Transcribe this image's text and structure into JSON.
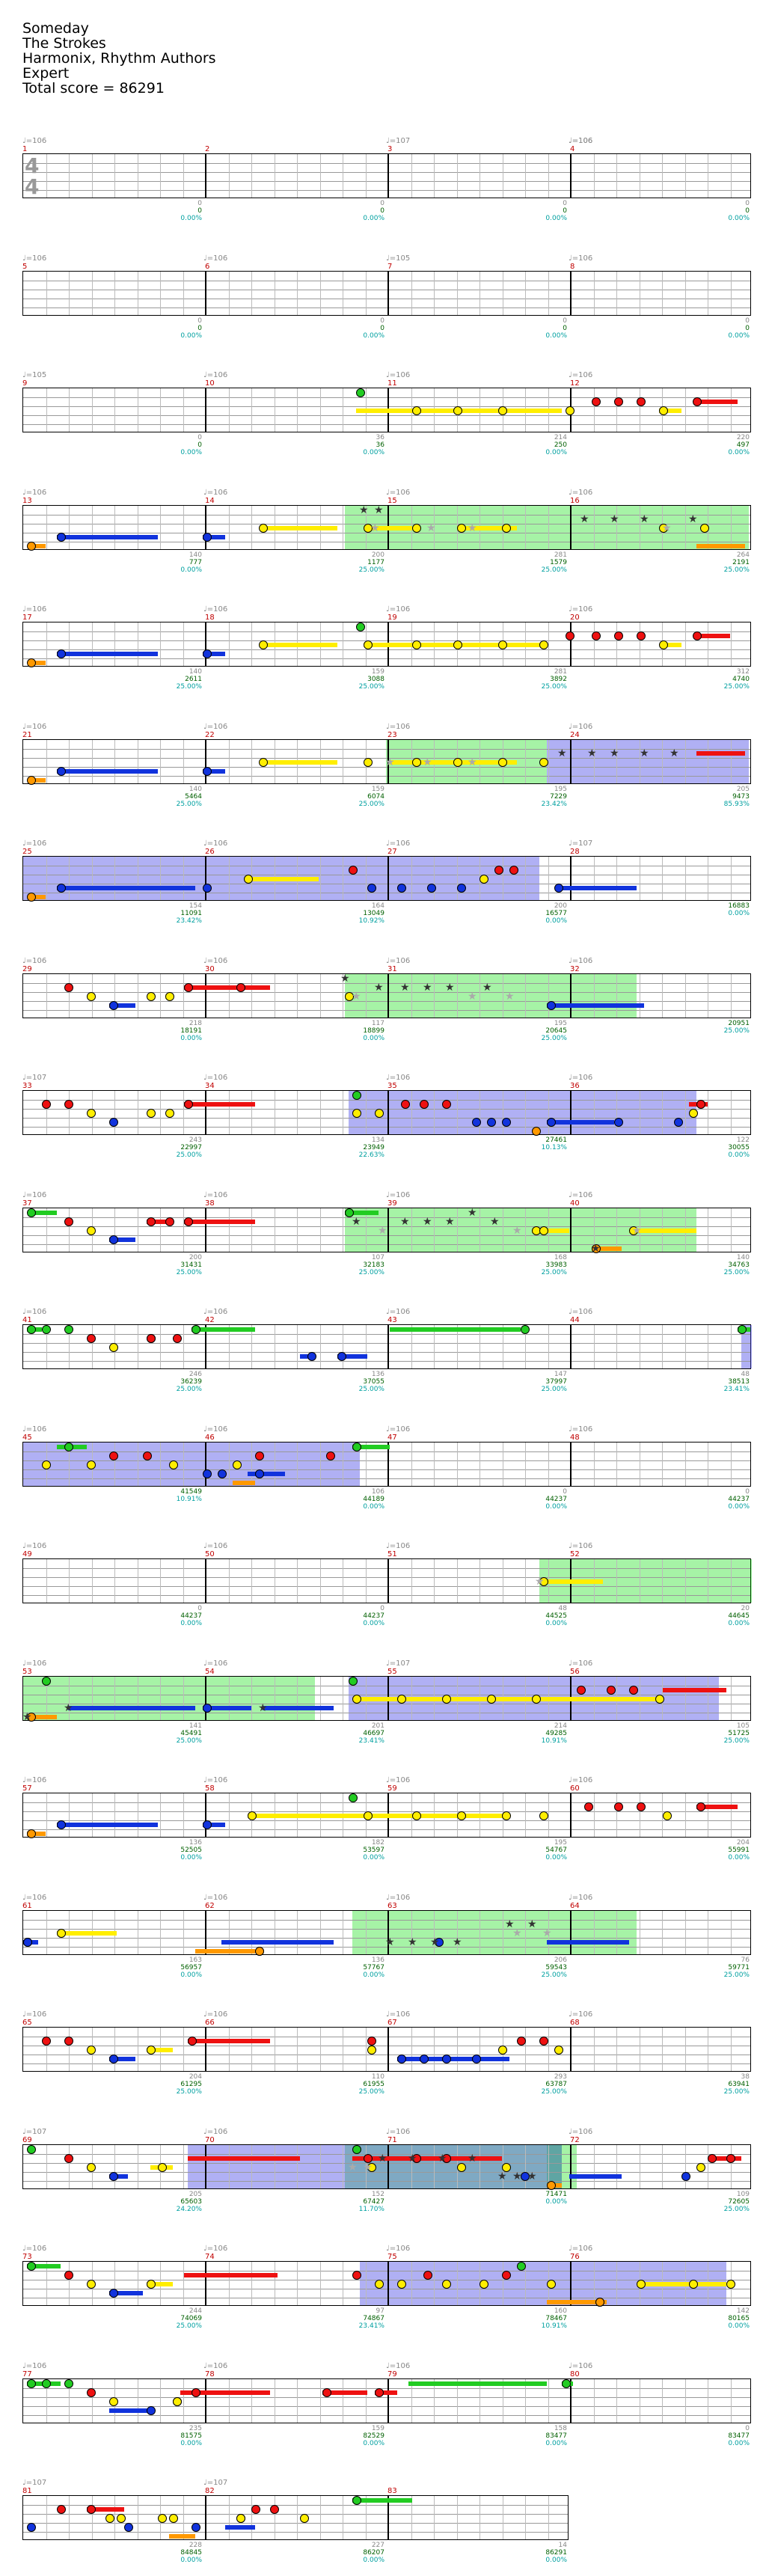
{
  "header": {
    "song": "Someday",
    "artist": "The Strokes",
    "authors": "Harmonix, Rhythm Authors",
    "difficulty": "Expert",
    "total_score": "Total score = 86291"
  },
  "time_signature": [
    "4",
    "4"
  ],
  "colors": {
    "green": "#22cc22",
    "red": "#ee1111",
    "yellow": "#ffee00",
    "blue": "#1133dd",
    "orange": "#ff9900"
  },
  "rows": [
    {
      "measures": [
        {
          "num": "1",
          "tempo": "♩=106",
          "score": [
            "0",
            "0",
            "0.00%"
          ]
        },
        {
          "num": "2",
          "tempo": "",
          "score": [
            "0",
            "0",
            "0.00%"
          ]
        },
        {
          "num": "3",
          "tempo": "♩=107",
          "score": [
            "0",
            "0",
            "0.00%"
          ]
        },
        {
          "num": "4",
          "tempo": "♩=106",
          "score": [
            "0",
            "0",
            "0.00%"
          ]
        }
      ],
      "extra_tempo": [
        "♩=106"
      ]
    },
    {
      "measures": [
        {
          "num": "5",
          "tempo": "♩=106",
          "score": [
            "0",
            "0",
            "0.00%"
          ]
        },
        {
          "num": "6",
          "tempo": "♩=106",
          "score": [
            "0",
            "0",
            "0.00%"
          ]
        },
        {
          "num": "7",
          "tempo": "♩=105",
          "score": [
            "0",
            "0",
            "0.00%"
          ]
        },
        {
          "num": "8",
          "tempo": "♩=106",
          "score": [
            "0",
            "0",
            "0.00%"
          ]
        }
      ]
    },
    {
      "measures": [
        {
          "num": "9",
          "tempo": "♩=105",
          "score": [
            "0",
            "0",
            "0.00%"
          ]
        },
        {
          "num": "10",
          "tempo": "♩=106",
          "score": [
            "36",
            "36",
            "0.00%"
          ]
        },
        {
          "num": "11",
          "tempo": "♩=106",
          "score": [
            "214",
            "250",
            "0.00%"
          ]
        },
        {
          "num": "12",
          "tempo": "♩=106",
          "score": [
            "220",
            "497",
            "0.00%"
          ]
        }
      ]
    },
    {
      "measures": [
        {
          "num": "13",
          "tempo": "♩=106",
          "score": [
            "140",
            "777",
            "0.00%"
          ]
        },
        {
          "num": "14",
          "tempo": "♩=106",
          "score": [
            "200",
            "1177",
            "25.00%"
          ]
        },
        {
          "num": "15",
          "tempo": "♩=106",
          "score": [
            "281",
            "1579",
            "25.00%"
          ]
        },
        {
          "num": "16",
          "tempo": "♩=106",
          "score": [
            "264",
            "2191",
            "25.00%"
          ]
        }
      ]
    },
    {
      "measures": [
        {
          "num": "17",
          "tempo": "♩=106",
          "score": [
            "140",
            "2611",
            "25.00%"
          ]
        },
        {
          "num": "18",
          "tempo": "♩=106",
          "score": [
            "159",
            "3088",
            "25.00%"
          ]
        },
        {
          "num": "19",
          "tempo": "♩=106",
          "score": [
            "281",
            "3892",
            "25.00%"
          ]
        },
        {
          "num": "20",
          "tempo": "♩=106",
          "score": [
            "312",
            "4740",
            "25.00%"
          ]
        }
      ]
    },
    {
      "measures": [
        {
          "num": "21",
          "tempo": "♩=106",
          "score": [
            "140",
            "5464",
            "25.00%"
          ]
        },
        {
          "num": "22",
          "tempo": "♩=106",
          "score": [
            "159",
            "6074",
            "25.00%"
          ]
        },
        {
          "num": "23",
          "tempo": "♩=106",
          "score": [
            "195",
            "7229",
            "23.42%"
          ]
        },
        {
          "num": "24",
          "tempo": "♩=106",
          "score": [
            "205",
            "9473",
            "85.93%"
          ]
        }
      ]
    },
    {
      "measures": [
        {
          "num": "25",
          "tempo": "♩=106",
          "score": [
            "154",
            "11091",
            "23.42%"
          ]
        },
        {
          "num": "26",
          "tempo": "♩=106",
          "score": [
            "164",
            "13049",
            "10.92%"
          ]
        },
        {
          "num": "27",
          "tempo": "♩=106",
          "score": [
            "200",
            "16577",
            "0.00%"
          ]
        },
        {
          "num": "28",
          "tempo": "♩=107",
          "score": [
            "",
            "16883",
            "0.00%"
          ]
        }
      ]
    },
    {
      "measures": [
        {
          "num": "29",
          "tempo": "♩=106",
          "score": [
            "218",
            "18191",
            "0.00%"
          ]
        },
        {
          "num": "30",
          "tempo": "♩=106",
          "score": [
            "117",
            "18899",
            "0.00%"
          ]
        },
        {
          "num": "31",
          "tempo": "♩=106",
          "score": [
            "195",
            "20645",
            "25.00%"
          ]
        },
        {
          "num": "32",
          "tempo": "♩=106",
          "score": [
            "",
            "20951",
            "25.00%"
          ]
        }
      ]
    },
    {
      "measures": [
        {
          "num": "33",
          "tempo": "♩=107",
          "score": [
            "243",
            "22997",
            "25.00%"
          ]
        },
        {
          "num": "34",
          "tempo": "♩=106",
          "score": [
            "134",
            "23949",
            "22.63%"
          ]
        },
        {
          "num": "35",
          "tempo": "♩=106",
          "score": [
            "",
            "27461",
            "10.13%"
          ]
        },
        {
          "num": "36",
          "tempo": "♩=106",
          "score": [
            "122",
            "30055",
            "0.00%"
          ]
        }
      ]
    },
    {
      "measures": [
        {
          "num": "37",
          "tempo": "♩=106",
          "score": [
            "200",
            "31431",
            "25.00%"
          ]
        },
        {
          "num": "38",
          "tempo": "♩=106",
          "score": [
            "107",
            "32183",
            "25.00%"
          ]
        },
        {
          "num": "39",
          "tempo": "♩=106",
          "score": [
            "168",
            "33983",
            "25.00%"
          ]
        },
        {
          "num": "40",
          "tempo": "♩=106",
          "score": [
            "140",
            "34763",
            "25.00%"
          ]
        }
      ]
    },
    {
      "measures": [
        {
          "num": "41",
          "tempo": "♩=106",
          "score": [
            "246",
            "36239",
            "25.00%"
          ]
        },
        {
          "num": "42",
          "tempo": "♩=106",
          "score": [
            "136",
            "37055",
            "25.00%"
          ]
        },
        {
          "num": "43",
          "tempo": "♩=106",
          "score": [
            "147",
            "37997",
            "25.00%"
          ]
        },
        {
          "num": "44",
          "tempo": "♩=106",
          "score": [
            "48",
            "38513",
            "23.41%"
          ]
        }
      ]
    },
    {
      "measures": [
        {
          "num": "45",
          "tempo": "♩=106",
          "score": [
            "",
            "41549",
            "10.91%"
          ]
        },
        {
          "num": "46",
          "tempo": "♩=106",
          "score": [
            "106",
            "44189",
            "0.00%"
          ]
        },
        {
          "num": "47",
          "tempo": "♩=106",
          "score": [
            "0",
            "44237",
            "0.00%"
          ]
        },
        {
          "num": "48",
          "tempo": "♩=106",
          "score": [
            "0",
            "44237",
            "0.00%"
          ]
        }
      ]
    },
    {
      "measures": [
        {
          "num": "49",
          "tempo": "♩=106",
          "score": [
            "0",
            "44237",
            "0.00%"
          ]
        },
        {
          "num": "50",
          "tempo": "♩=106",
          "score": [
            "0",
            "44237",
            "0.00%"
          ]
        },
        {
          "num": "51",
          "tempo": "♩=106",
          "score": [
            "48",
            "44525",
            "0.00%"
          ]
        },
        {
          "num": "52",
          "tempo": "♩=106",
          "score": [
            "20",
            "44645",
            "0.00%"
          ]
        }
      ]
    },
    {
      "measures": [
        {
          "num": "53",
          "tempo": "♩=106",
          "score": [
            "141",
            "45491",
            "25.00%"
          ]
        },
        {
          "num": "54",
          "tempo": "♩=106",
          "score": [
            "201",
            "46697",
            "23.41%"
          ]
        },
        {
          "num": "55",
          "tempo": "♩=107",
          "score": [
            "214",
            "49285",
            "10.91%"
          ]
        },
        {
          "num": "56",
          "tempo": "♩=106",
          "score": [
            "105",
            "51725",
            "25.00%"
          ]
        }
      ]
    },
    {
      "measures": [
        {
          "num": "57",
          "tempo": "♩=106",
          "score": [
            "136",
            "52505",
            "0.00%"
          ]
        },
        {
          "num": "58",
          "tempo": "♩=106",
          "score": [
            "182",
            "53597",
            "0.00%"
          ]
        },
        {
          "num": "59",
          "tempo": "♩=106",
          "score": [
            "195",
            "54767",
            "0.00%"
          ]
        },
        {
          "num": "60",
          "tempo": "♩=106",
          "score": [
            "204",
            "55991",
            "0.00%"
          ]
        }
      ]
    },
    {
      "measures": [
        {
          "num": "61",
          "tempo": "♩=106",
          "score": [
            "163",
            "56957",
            "0.00%"
          ]
        },
        {
          "num": "62",
          "tempo": "♩=106",
          "score": [
            "136",
            "57767",
            "0.00%"
          ]
        },
        {
          "num": "63",
          "tempo": "♩=106",
          "score": [
            "206",
            "59543",
            "25.00%"
          ]
        },
        {
          "num": "64",
          "tempo": "♩=106",
          "score": [
            "76",
            "59771",
            "25.00%"
          ]
        }
      ]
    },
    {
      "measures": [
        {
          "num": "65",
          "tempo": "♩=106",
          "score": [
            "204",
            "61295",
            "25.00%"
          ]
        },
        {
          "num": "66",
          "tempo": "♩=106",
          "score": [
            "110",
            "61955",
            "25.00%"
          ]
        },
        {
          "num": "67",
          "tempo": "♩=106",
          "score": [
            "293",
            "63787",
            "25.00%"
          ]
        },
        {
          "num": "68",
          "tempo": "♩=106",
          "score": [
            "38",
            "63941",
            "25.00%"
          ]
        }
      ]
    },
    {
      "measures": [
        {
          "num": "69",
          "tempo": "♩=107",
          "score": [
            "205",
            "65603",
            "24.20%"
          ]
        },
        {
          "num": "70",
          "tempo": "♩=106",
          "score": [
            "152",
            "67427",
            "11.70%"
          ]
        },
        {
          "num": "71",
          "tempo": "♩=106",
          "score": [
            "",
            "71471",
            "0.00%"
          ]
        },
        {
          "num": "72",
          "tempo": "♩=106",
          "score": [
            "109",
            "72605",
            "25.00%"
          ]
        }
      ]
    },
    {
      "measures": [
        {
          "num": "73",
          "tempo": "♩=106",
          "score": [
            "244",
            "74069",
            "25.00%"
          ]
        },
        {
          "num": "74",
          "tempo": "♩=106",
          "score": [
            "97",
            "74867",
            "23.41%"
          ]
        },
        {
          "num": "75",
          "tempo": "♩=106",
          "score": [
            "160",
            "78467",
            "10.91%"
          ]
        },
        {
          "num": "76",
          "tempo": "♩=106",
          "score": [
            "142",
            "80165",
            "0.00%"
          ]
        }
      ]
    },
    {
      "measures": [
        {
          "num": "77",
          "tempo": "♩=106",
          "score": [
            "235",
            "81575",
            "0.00%"
          ]
        },
        {
          "num": "78",
          "tempo": "♩=106",
          "score": [
            "159",
            "82529",
            "0.00%"
          ]
        },
        {
          "num": "79",
          "tempo": "♩=106",
          "score": [
            "158",
            "83477",
            "0.00%"
          ]
        },
        {
          "num": "80",
          "tempo": "♩=106",
          "score": [
            "0",
            "83477",
            "0.00%"
          ]
        }
      ]
    },
    {
      "measures": [
        {
          "num": "81",
          "tempo": "♩=107",
          "score": [
            "228",
            "84845",
            "0.00%"
          ]
        },
        {
          "num": "82",
          "tempo": "♩=107",
          "score": [
            "227",
            "86207",
            "0.00%"
          ]
        },
        {
          "num": "83",
          "tempo": "",
          "score": [
            "14",
            "86291",
            "0.00%"
          ]
        }
      ]
    }
  ]
}
